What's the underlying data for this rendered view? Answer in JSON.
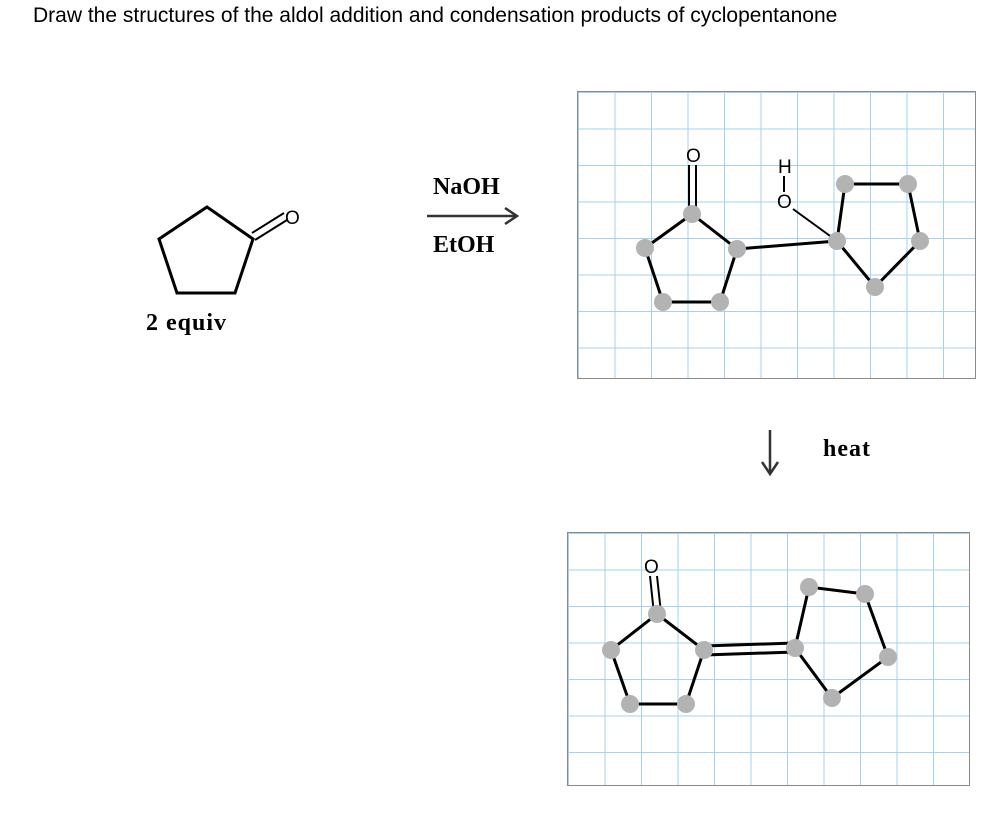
{
  "question": "Draw the structures of the aldol addition and condensation products of cyclopentanone",
  "reactant": {
    "equiv_label": "2  equiv",
    "oxygen_label": "O"
  },
  "reaction": {
    "reagent_top": "NaOH",
    "reagent_bottom": "EtOH",
    "heat_label": "heat"
  },
  "aldol_product": {
    "carbonyl_oxygen": "O",
    "hydroxyl_oxygen": "O",
    "hydroxyl_hydrogen": "H"
  },
  "condensation_product": {
    "carbonyl_oxygen": "O"
  },
  "colors": {
    "grid_line": "#a6d0ec",
    "atom_highlight": "#b3b3b3",
    "panel_border": "#8a8a8a"
  }
}
